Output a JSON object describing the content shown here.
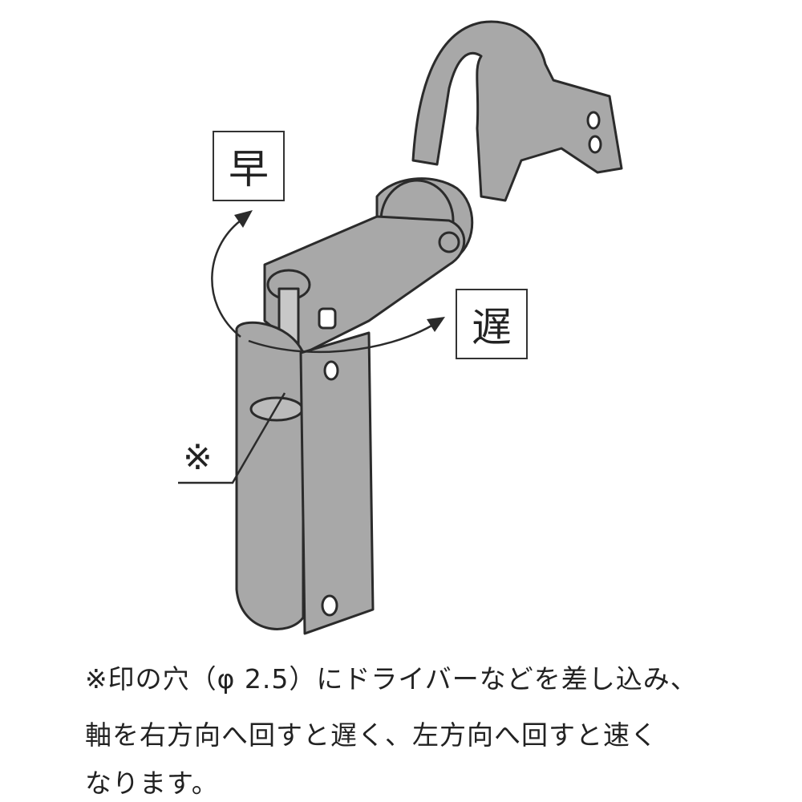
{
  "labels": {
    "fast": "早",
    "slow": "遅",
    "note_mark": "※"
  },
  "caption": {
    "line1": "※印の穴（φ 2.5）にドライバーなどを差し込み、",
    "line2": "軸を右方向へ回すと遅く、左方向へ回すと速く",
    "line3": "なります。"
  },
  "colors": {
    "part_fill": "#a8a8a8",
    "outline": "#2b2b2b"
  }
}
